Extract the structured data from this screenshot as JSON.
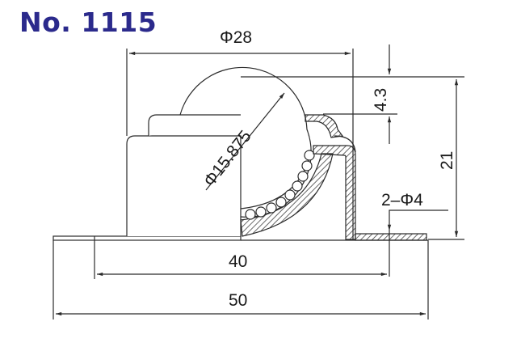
{
  "title": "No. 1115",
  "colors": {
    "title": "#2b2a8c",
    "lines": "#2a2a2a",
    "background": "#ffffff"
  },
  "dimensions": {
    "top_diameter": "Φ28",
    "ball_diameter": "Φ15.875",
    "ball_protrusion": "4.3",
    "total_height": "21",
    "mounting_holes": "2–Φ4",
    "hole_spacing": "40",
    "flange_width": "50"
  }
}
